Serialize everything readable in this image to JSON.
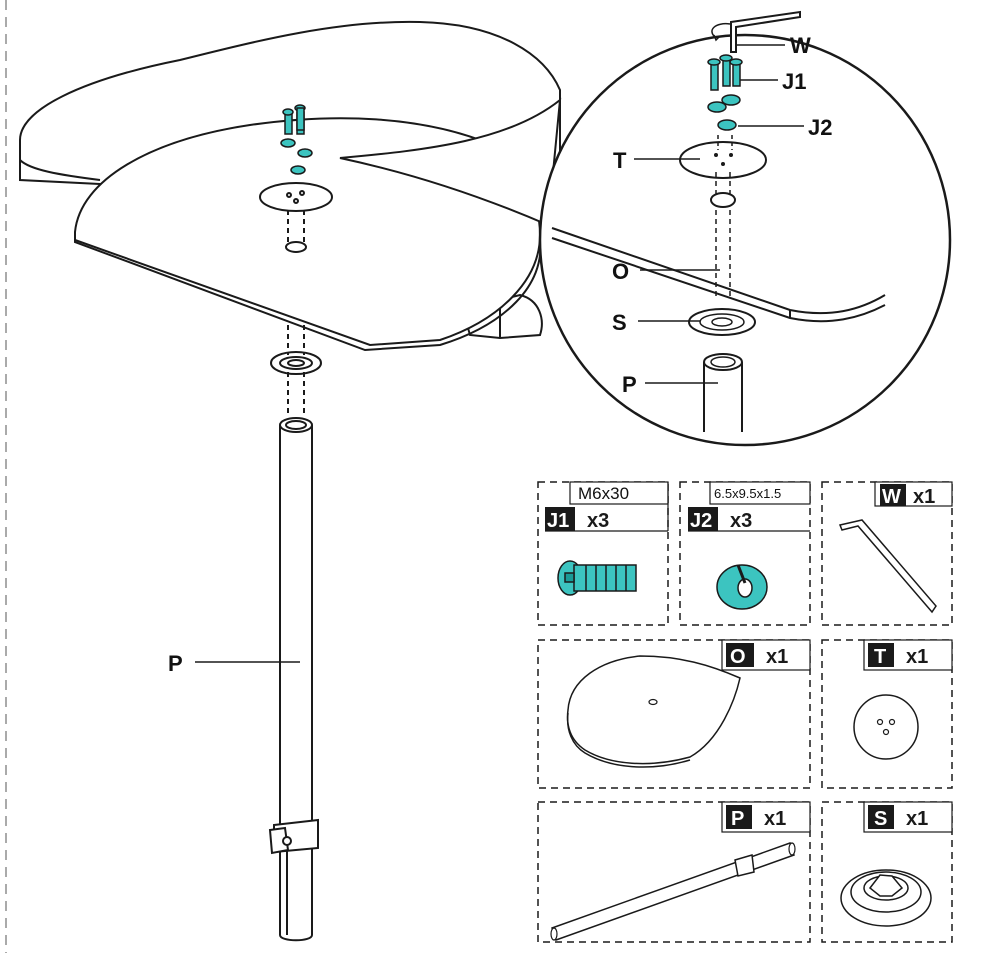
{
  "callouts": {
    "main_post": "P",
    "zoom_wrench": "W",
    "zoom_screw": "J1",
    "zoom_washer": "J2",
    "zoom_plate": "T",
    "zoom_top": "O",
    "zoom_sleeve": "S",
    "zoom_post": "P"
  },
  "parts": [
    {
      "id": "J1",
      "count": "x3",
      "spec": "M6x30",
      "color": "#3cc4c0"
    },
    {
      "id": "J2",
      "count": "x3",
      "spec": "6.5x9.5x1.5",
      "color": "#3cc4c0"
    },
    {
      "id": "W",
      "count": "x1"
    },
    {
      "id": "O",
      "count": "x1"
    },
    {
      "id": "T",
      "count": "x1"
    },
    {
      "id": "P",
      "count": "x1"
    },
    {
      "id": "S",
      "count": "x1"
    }
  ],
  "colors": {
    "hardware": "#3cc4c0",
    "outline": "#1a1a1a",
    "tag_bg": "#1a1a1a",
    "tag_text": "#ffffff"
  }
}
